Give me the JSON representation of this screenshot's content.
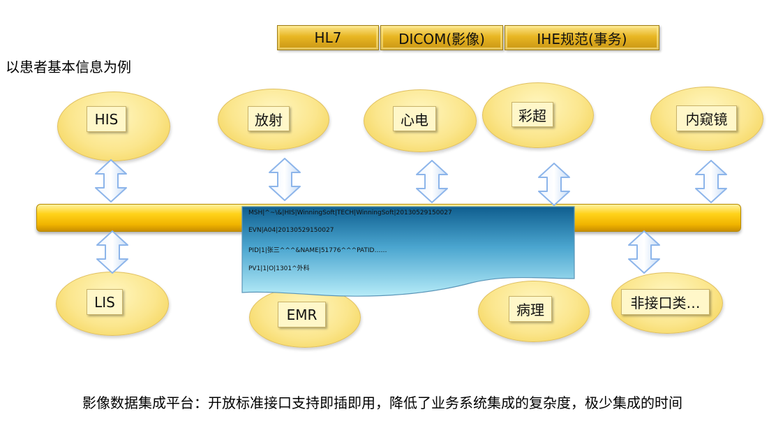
{
  "tabs": [
    "HL7",
    "DICOM(影像)",
    "IHE规范(事务)"
  ],
  "intro": "以患者基本信息为例",
  "top_systems": [
    "HIS",
    "放射",
    "心电",
    "彩超",
    "内窥镜"
  ],
  "bottom_systems": [
    "LIS",
    "EMR",
    "病理",
    "非接口类…"
  ],
  "message": {
    "lines": [
      "MSH|^~\\&|HIS|WinningSoft|TECH|WinningSoft|20130529150027",
      "EVN|A04|20130529150027",
      "PID|1|张三^^^&NAME|51776^^^PATID……",
      "PV1|1|O|1301^外科"
    ]
  },
  "caption": "影像数据集成平台：开放标准接口支持即插即用，降低了业务系统集成的复杂度，极少集成的时间",
  "colors": {
    "bus": "#ffd21a",
    "node": "#fbe68d",
    "arrow": "#a9c8f2",
    "message": "#aee6f6"
  }
}
